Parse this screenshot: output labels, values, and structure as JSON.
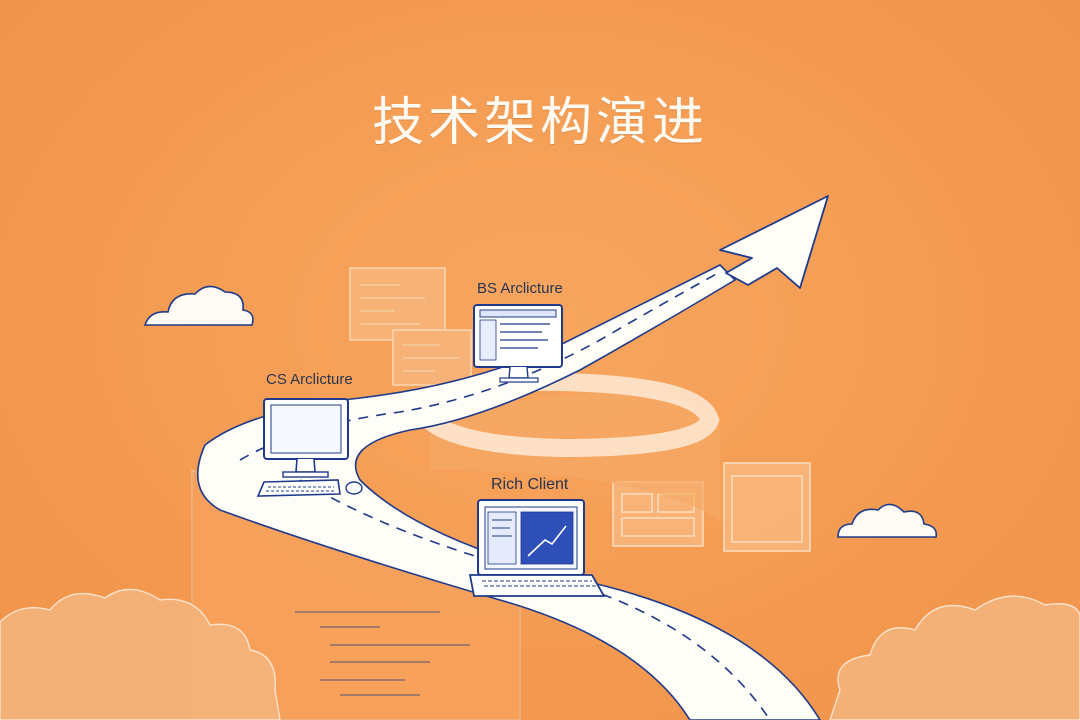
{
  "title": "技术架构演进",
  "stages": {
    "bs": "BS Arclicture",
    "cs": "CS Arclicture",
    "rich": "Rich Client"
  },
  "colors": {
    "background": "#f59f55",
    "ink": "#1f3a8a",
    "road": "#fffdf8",
    "title": "#fffaf2"
  },
  "icons": [
    "cloud-icon",
    "desktop-monitor-icon",
    "keyboard-icon",
    "mouse-icon",
    "browser-window-icon",
    "laptop-icon",
    "growth-arrow-icon",
    "code-panel-icon"
  ]
}
